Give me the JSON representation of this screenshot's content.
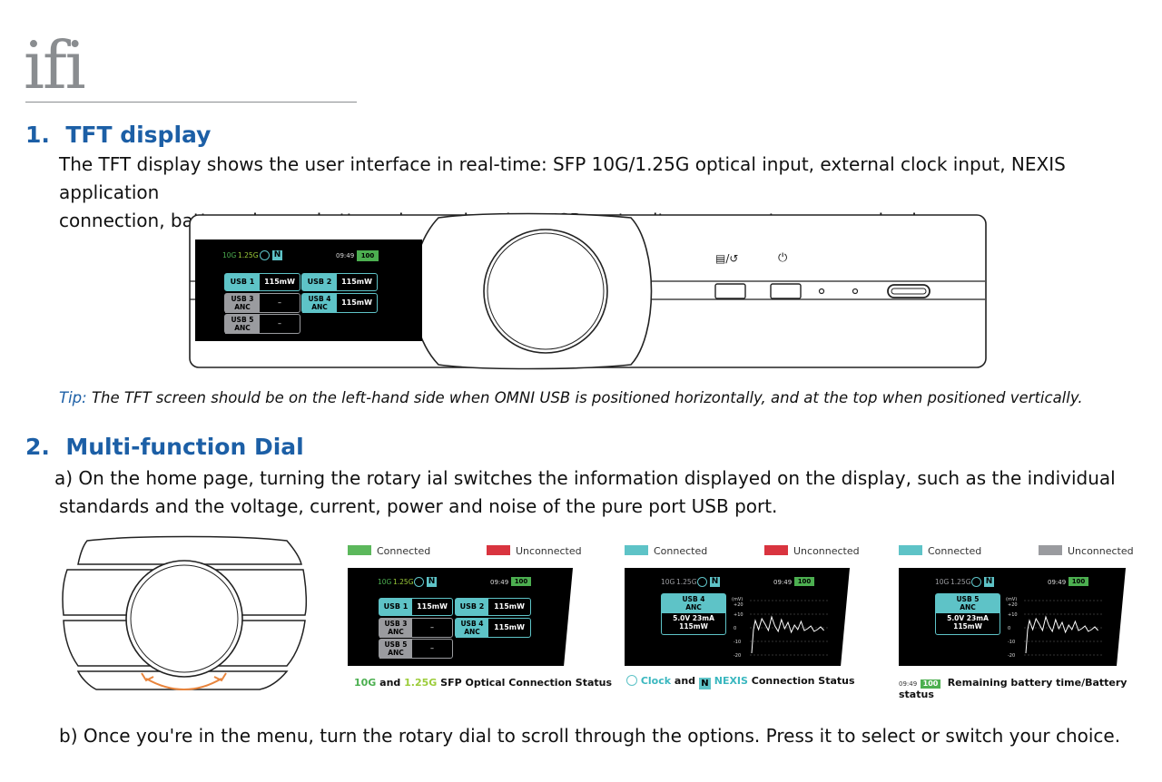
{
  "brand": {
    "logo_text": "ifi"
  },
  "sections": [
    {
      "number": "1.",
      "title": "TFT display",
      "body_lines": [
        "The TFT display shows the user interface in real-time: SFP 10G/1.25G optical input, external clock input, NEXIS application",
        "connection, battery charge, battery charge duration, USB port voltage, current, power and noise."
      ],
      "tip_label": "Tip:",
      "tip_text": " The TFT screen should be on the left-hand side when OMNI USB is positioned horizontally, and at the top when positioned vertically."
    },
    {
      "number": "2.",
      "title": "Multi-function Dial",
      "para_a_lines": [
        "a) On the home page, turning the rotary ial switches the information displayed on the display, such as the individual",
        "standards and the voltage, current, power and noise of the pure port USB port."
      ],
      "para_b": "b) Once you're in the menu, turn the rotary dial to scroll through the options. Press it to select or switch your choice."
    }
  ],
  "screen": {
    "net_10g": "10G",
    "net_125g": "1.25G",
    "nexis_glyph": "N",
    "time": "09:49",
    "battery": "100",
    "ports": [
      {
        "label": "USB 1",
        "value": "115mW"
      },
      {
        "label": "USB 2",
        "value": "115mW"
      },
      {
        "label": "USB 3",
        "sub": "ANC",
        "value": "–"
      },
      {
        "label": "USB 4",
        "sub": "ANC",
        "value": "115mW"
      },
      {
        "label": "USB 5",
        "sub": "ANC",
        "value": "–"
      }
    ]
  },
  "device_buttons": {
    "menu_back": "▤/↺",
    "power": "⏻"
  },
  "panels": [
    {
      "legend_connected": "Connected",
      "legend_unconnected": "Unconnected",
      "connected_color": "#5cb85c",
      "unconnected_color": "#d9343f",
      "caption_10g": "10G",
      "caption_and": " and ",
      "caption_125g": "1.25G",
      "caption_rest": " SFP Optical Connection Status"
    },
    {
      "legend_connected": "Connected",
      "legend_unconnected": "Unconnected",
      "connected_color": "#5ec3c7",
      "unconnected_color": "#d9343f",
      "port_title": "USB 4",
      "port_sub": "ANC",
      "readout": "5.0V 23mA",
      "power": "115mW",
      "unit": "(mV)",
      "y_ticks": [
        "+20",
        "+10",
        "0",
        "-10",
        "-20"
      ],
      "caption_clock": "Clock",
      "caption_and": " and ",
      "caption_nexis": "NEXIS",
      "caption_rest": " Connection Status"
    },
    {
      "legend_connected": "Connected",
      "legend_unconnected": "Unconnected",
      "connected_color": "#5ec3c7",
      "unconnected_color": "#9a9b9f",
      "port_title": "USB 5",
      "port_sub": "ANC",
      "readout": "5.0V 23mA",
      "power": "115mW",
      "unit": "(mV)",
      "y_ticks": [
        "+20",
        "+10",
        "0",
        "-10",
        "-20"
      ],
      "caption_time": "09:49",
      "caption_batt": "100",
      "caption_rest": "Remaining battery time/Battery status"
    }
  ]
}
